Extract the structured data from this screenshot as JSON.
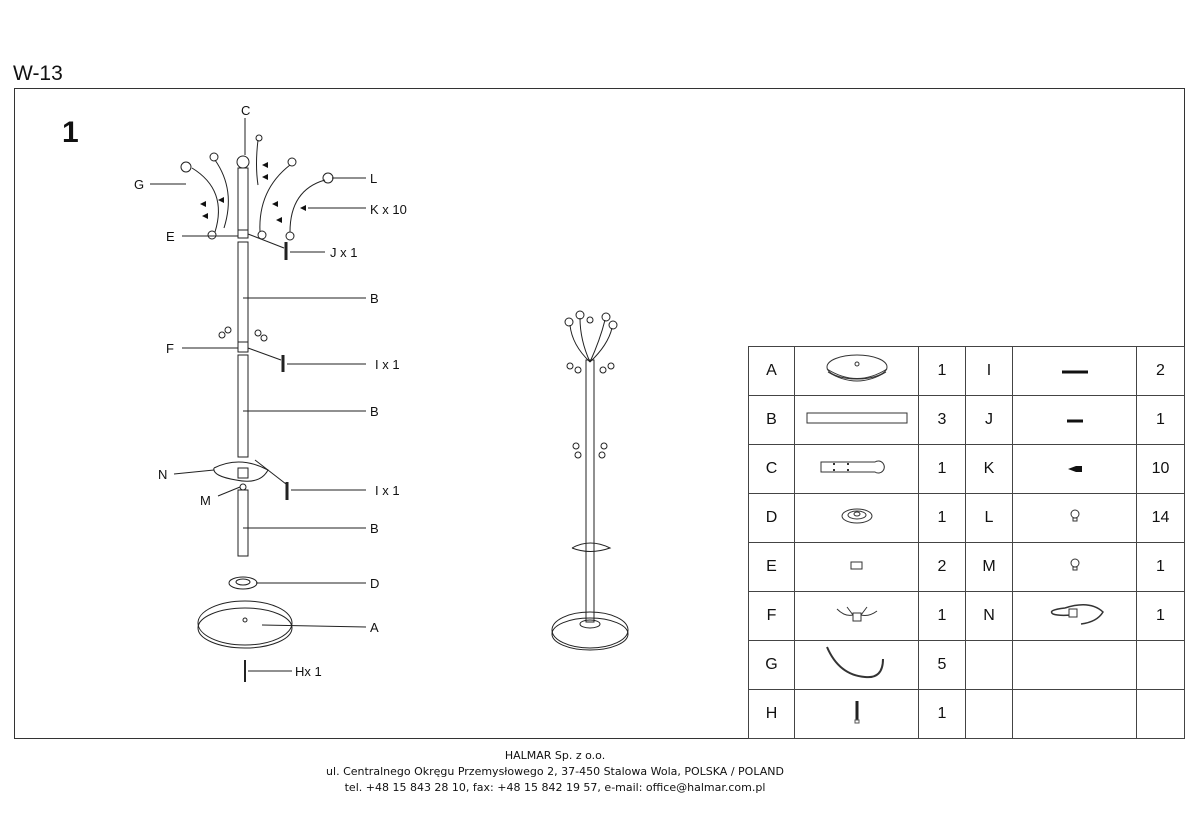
{
  "title": "W-13",
  "step": "1",
  "labels": {
    "C": "C",
    "G": "G",
    "L": "L",
    "K": "K x 10",
    "E": "E",
    "J": "J x 1",
    "B1": "B",
    "F": "F",
    "I1": "I x 1",
    "B2": "B",
    "N": "N",
    "I2": "I x 1",
    "M": "M",
    "B3": "B",
    "D": "D",
    "A": "A",
    "H": "Hx 1"
  },
  "parts": [
    {
      "l": "A",
      "q": "1",
      "l2": "I",
      "q2": "2"
    },
    {
      "l": "B",
      "q": "3",
      "l2": "J",
      "q2": "1"
    },
    {
      "l": "C",
      "q": "1",
      "l2": "K",
      "q2": "10"
    },
    {
      "l": "D",
      "q": "1",
      "l2": "L",
      "q2": "14"
    },
    {
      "l": "E",
      "q": "2",
      "l2": "M",
      "q2": "1"
    },
    {
      "l": "F",
      "q": "1",
      "l2": "N",
      "q2": "1"
    },
    {
      "l": "G",
      "q": "5",
      "l2": "",
      "q2": ""
    },
    {
      "l": "H",
      "q": "1",
      "l2": "",
      "q2": ""
    }
  ],
  "footer": {
    "company": "HALMAR Sp. z o.o.",
    "address": "ul. Centralnego Okręgu Przemysłowego 2, 37-450 Stalowa Wola, POLSKA / POLAND",
    "contact": "tel. +48 15 843 28 10, fax: +48 15 842 19 57, e-mail: office@halmar.com.pl"
  }
}
